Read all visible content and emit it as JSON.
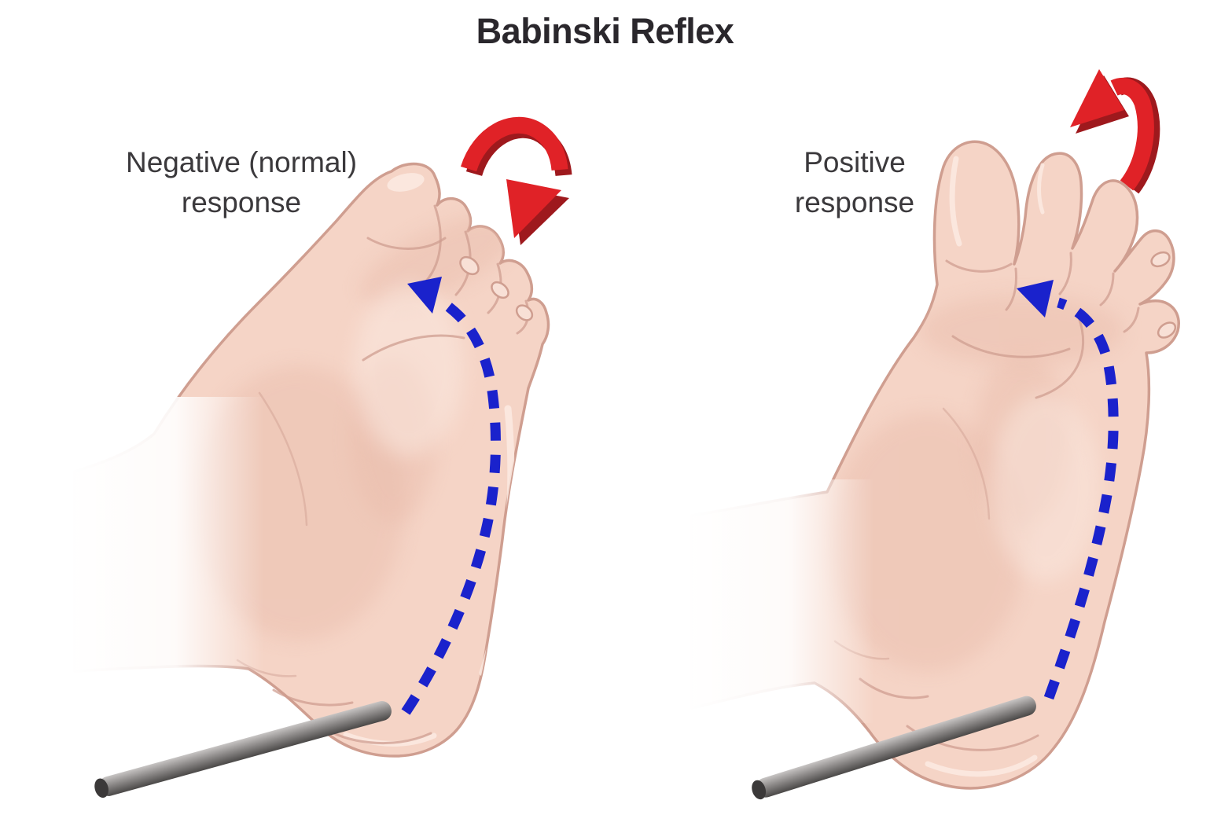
{
  "title": "Babinski Reflex",
  "panels": {
    "negative": {
      "label_line1": "Negative (normal)",
      "label_line2": "response"
    },
    "positive": {
      "label_line1": "Positive",
      "label_line2": "response"
    }
  },
  "colors": {
    "background": "#ffffff",
    "title_text": "#2a272c",
    "label_text": "#3b393c",
    "skin": "#f5d4c6",
    "skin_shade": "#e9bcab",
    "skin_outline": "#cf9e90",
    "skin_highlight": "#fbeae2",
    "stroke_arrow_blue": "#1a22cc",
    "rotation_arrow_red": "#e02227",
    "rotation_arrow_red_dark": "#9e191d",
    "rod_light": "#c7c4c3",
    "rod_mid": "#8e8b8a",
    "rod_dark": "#4a4847",
    "rod_cap": "#3b3939"
  },
  "icons": {
    "negative_rotation_arrow": "curled-red-arrow-pointing-down",
    "positive_rotation_arrow": "curled-red-arrow-pointing-up",
    "stroke_arrow": "blue-dashed-arrow-along-sole",
    "stimulus_rod": "gray-stroking-rod"
  }
}
